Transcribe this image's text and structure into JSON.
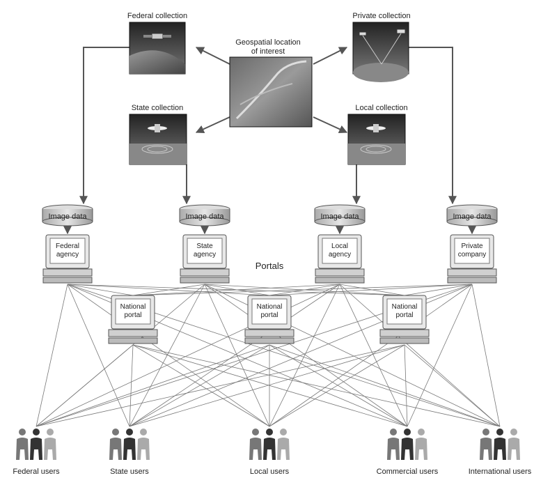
{
  "collections": {
    "federal": "Federal collection",
    "private": "Private collection",
    "state": "State collection",
    "local": "Local collection"
  },
  "center": {
    "line1": "Geospatial location",
    "line2": "of interest"
  },
  "image_data_label": "Image data",
  "agencies": [
    {
      "line1": "Federal",
      "line2": "agency"
    },
    {
      "line1": "State",
      "line2": "agency"
    },
    {
      "line1": "Local",
      "line2": "agency"
    },
    {
      "line1": "Private",
      "line2": "company"
    }
  ],
  "portals_title": "Portals",
  "national_portal": {
    "line1": "National",
    "line2": "portal"
  },
  "user_groups": [
    "Federal users",
    "State users",
    "Local users",
    "Commercial users",
    "International users"
  ]
}
